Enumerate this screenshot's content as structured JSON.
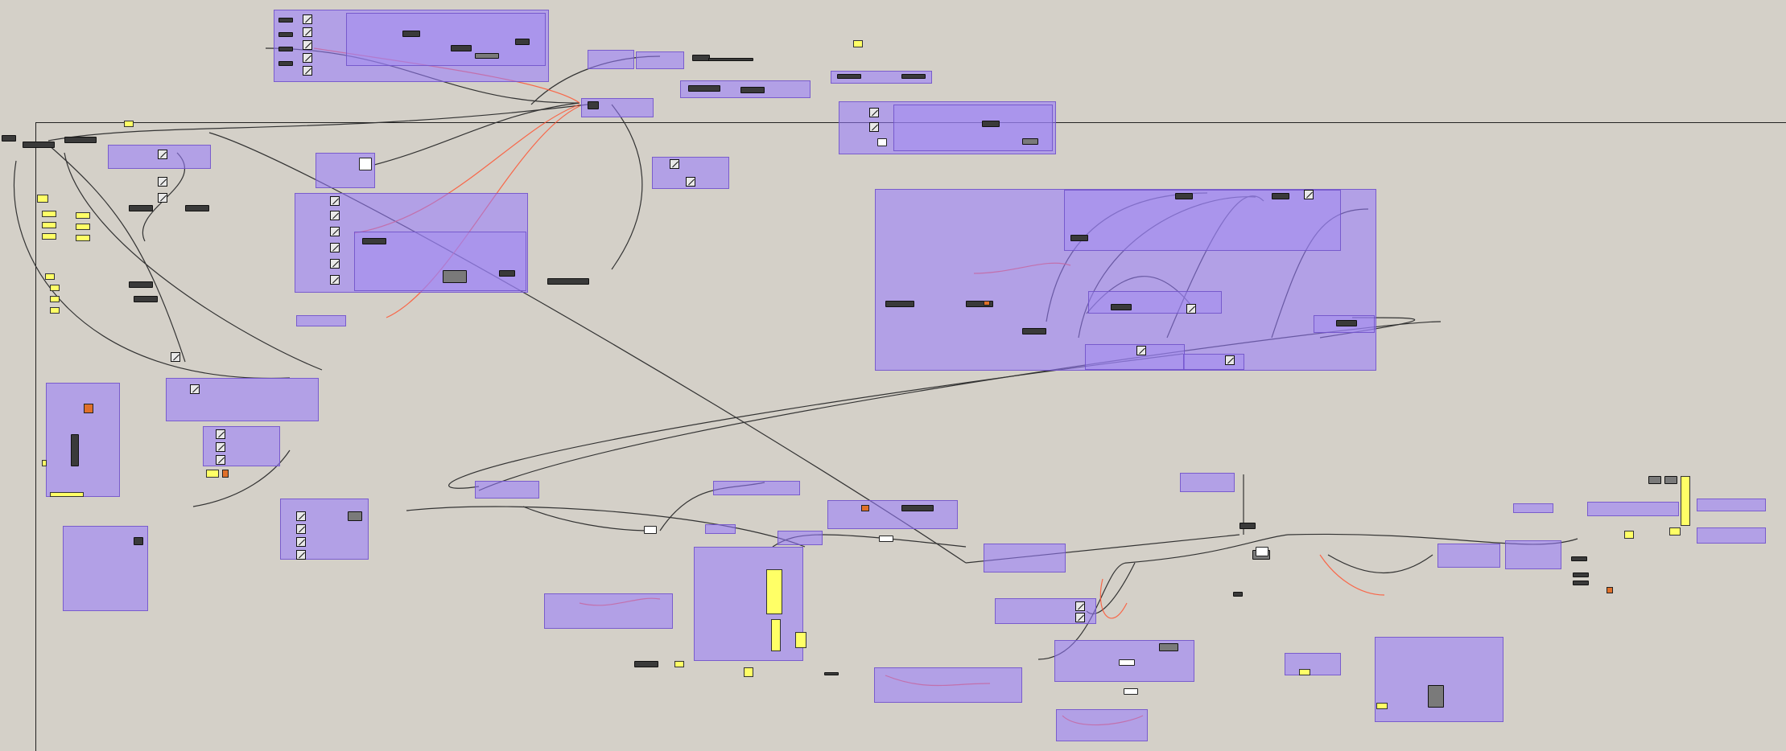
{
  "canvas": {
    "background_color": "#d4d0c8",
    "group_color": "#9678ff",
    "wire_dark_color": "#333333",
    "wire_red_color": "#ff4422",
    "panel_color": "#ffff66"
  },
  "groups": [
    {
      "id": "g-top-left-cluster"
    },
    {
      "id": "g-top-center-strip"
    },
    {
      "id": "g-right-header"
    },
    {
      "id": "g-big-right"
    },
    {
      "id": "g-mid-left"
    },
    {
      "id": "g-bottom-row"
    }
  ]
}
